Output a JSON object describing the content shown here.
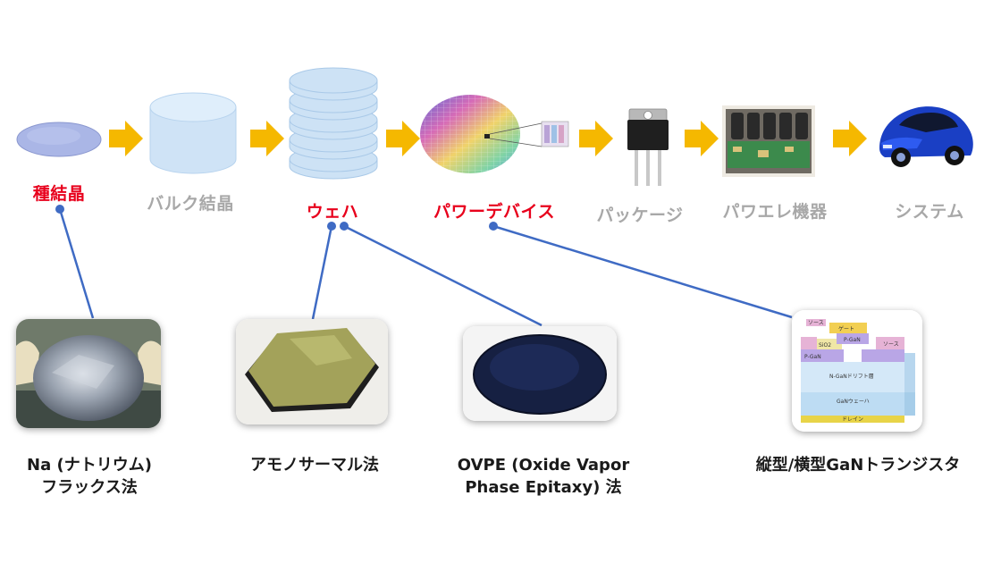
{
  "colors": {
    "highlight": "#e8001c",
    "muted": "#a8a8a8",
    "arrow": "#f5b800",
    "connector": "#3f6bc4",
    "text": "#1a1a1a"
  },
  "process_steps": [
    {
      "id": "seed",
      "label": "種結晶",
      "highlighted": true,
      "icon": "seed-crystal-disc"
    },
    {
      "id": "bulk",
      "label": "バルク結晶",
      "highlighted": false,
      "icon": "bulk-crystal-cylinder"
    },
    {
      "id": "wafer",
      "label": "ウェハ",
      "highlighted": true,
      "icon": "wafer-stack"
    },
    {
      "id": "device",
      "label": "パワーデバイス",
      "highlighted": true,
      "icon": "device-wafer"
    },
    {
      "id": "package",
      "label": "パッケージ",
      "highlighted": false,
      "icon": "to247-package"
    },
    {
      "id": "equipment",
      "label": "パワエレ機器",
      "highlighted": false,
      "icon": "power-electronics-module"
    },
    {
      "id": "system",
      "label": "システム",
      "highlighted": false,
      "icon": "car"
    }
  ],
  "methods": [
    {
      "id": "na-flux",
      "lines": [
        "Na (ナトリウム)",
        "フラックス法"
      ],
      "connects_to": "seed",
      "photo": "gan-crystal-held-in-gloves"
    },
    {
      "id": "ammonothermal",
      "lines": [
        "アモノサーマル法"
      ],
      "connects_to": "wafer",
      "photo": "hexagonal-gan-wafer"
    },
    {
      "id": "ovpe",
      "lines": [
        "OVPE (Oxide Vapor",
        "Phase Epitaxy) 法"
      ],
      "connects_to": "wafer",
      "photo": "dark-gan-wafer"
    },
    {
      "id": "transistor",
      "lines": [
        "縦型/横型GaNトランジスタ"
      ],
      "connects_to": "device",
      "photo": "transistor-cross-section"
    }
  ],
  "transistor_diagram": {
    "source_top": "ソース",
    "gate": "ゲート",
    "source_right": "ソース",
    "oxide": "SiO2",
    "p_gan_upper": "P-GaN",
    "p_gan_lower": "P-GaN",
    "drift": "N-GaNドリフト層",
    "substrate": "GaNウェーハ",
    "drain": "ドレイン"
  }
}
